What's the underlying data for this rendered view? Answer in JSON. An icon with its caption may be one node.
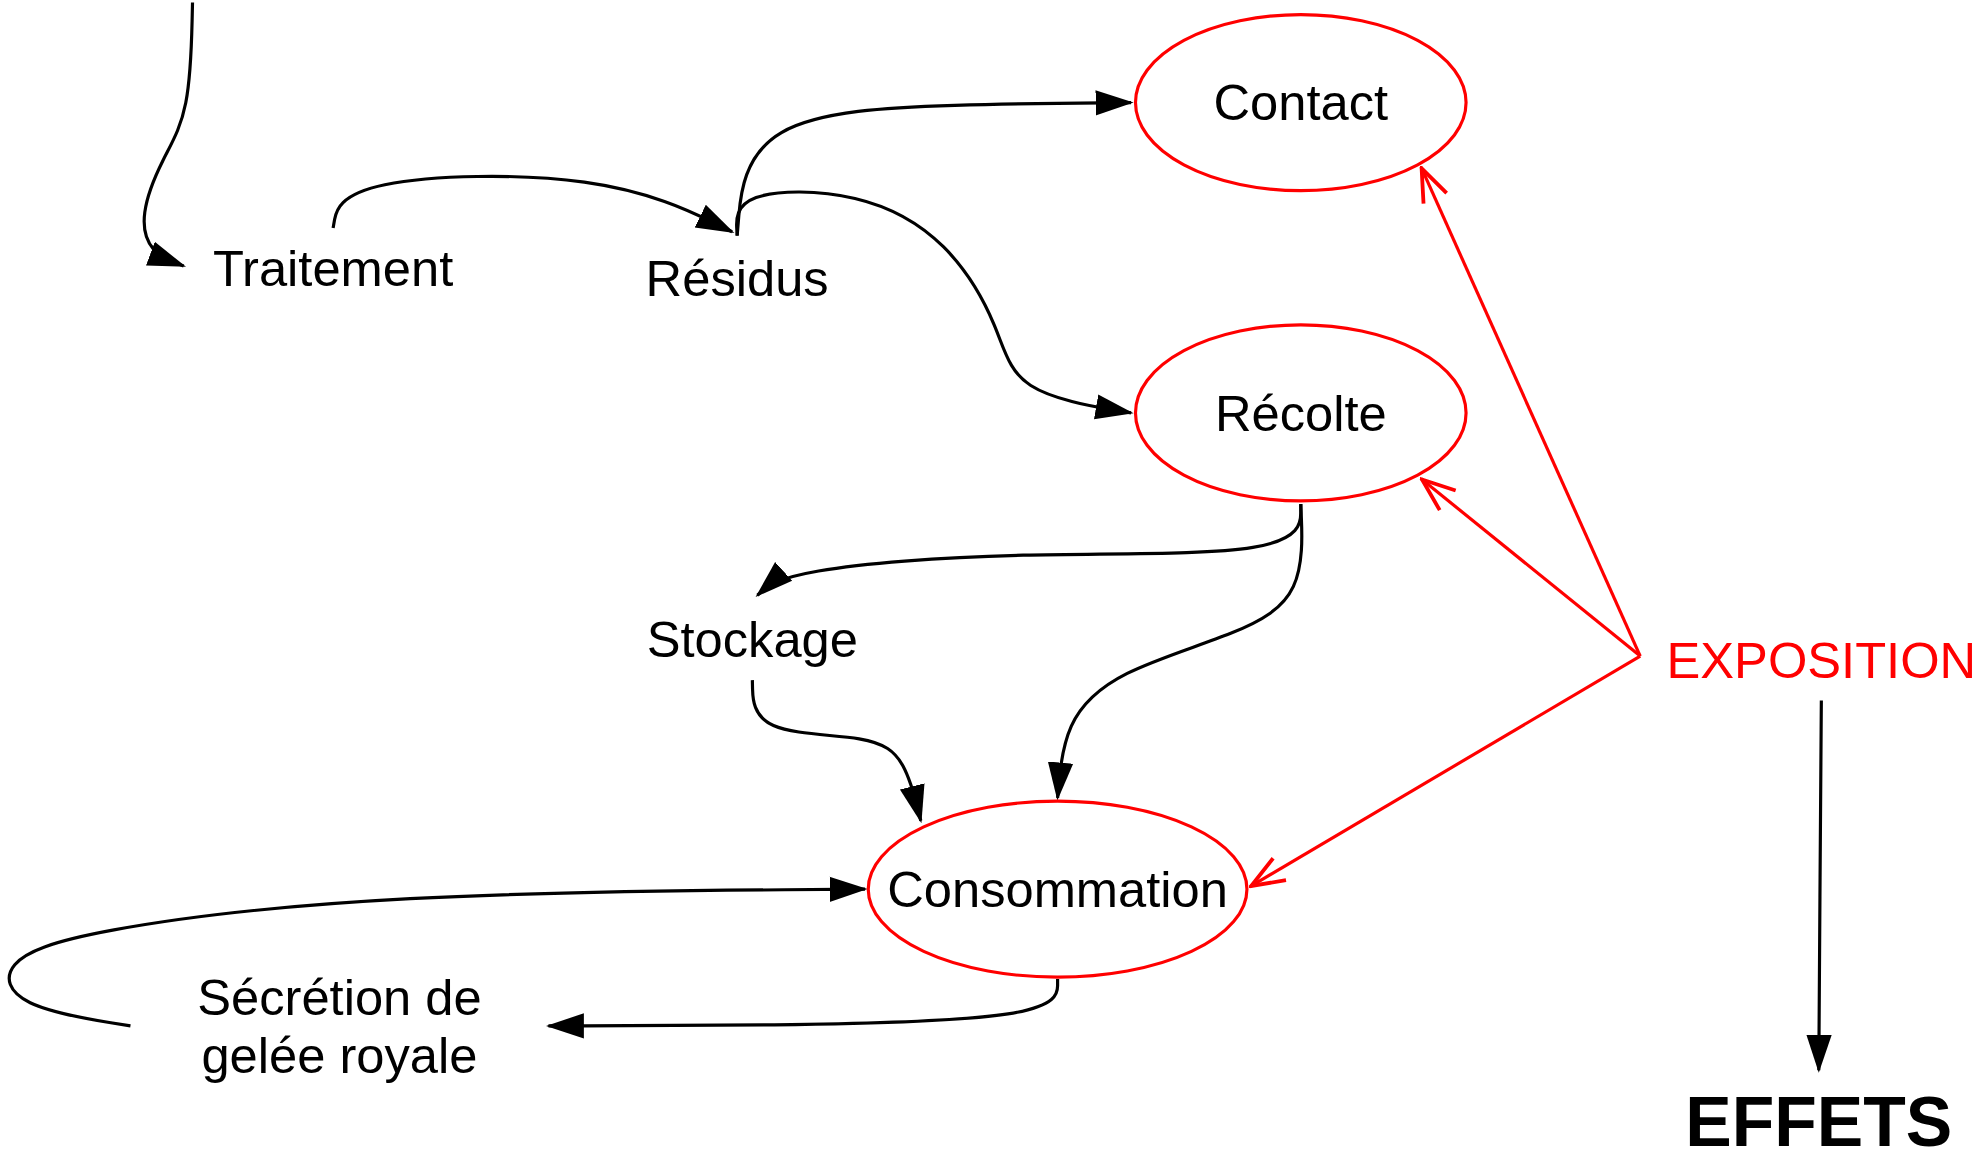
{
  "diagram": {
    "nodes": [
      {
        "text": [
          "Traitement"
        ]
      },
      {
        "text": [
          "Résidus"
        ]
      },
      {
        "text": [
          "Contact"
        ]
      },
      {
        "text": [
          "Récolte"
        ]
      },
      {
        "text": [
          "Stockage"
        ]
      },
      {
        "text": [
          "Consommation"
        ]
      },
      {
        "text": [
          "Sécrétion de gelée royale"
        ]
      },
      {
        "text": [
          "EXPOSITION"
        ]
      },
      {
        "text": [
          "EFFETS"
        ]
      }
    ],
    "edges": [
      {
        "from": null,
        "to": 0,
        "arrow": "to"
      },
      {
        "from": 0,
        "to": 1,
        "arrow": "to"
      },
      {
        "from": 1,
        "to": 2,
        "arrow": "to"
      },
      {
        "from": 1,
        "to": 3,
        "arrow": "to"
      },
      {
        "from": 3,
        "to": 4,
        "arrow": "to"
      },
      {
        "from": 3,
        "to": 5,
        "arrow": "to"
      },
      {
        "from": 4,
        "to": 5,
        "arrow": "to"
      },
      {
        "from": 5,
        "to": 6,
        "arrow": "to"
      },
      {
        "from": 6,
        "to": 5,
        "arrow": "to"
      },
      {
        "from": 7,
        "to": 2,
        "arrow": "to",
        "color": "#ff0000"
      },
      {
        "from": 7,
        "to": 3,
        "arrow": "to",
        "color": "#ff0000"
      },
      {
        "from": 7,
        "to": 5,
        "arrow": "to",
        "color": "#ff0000"
      },
      {
        "from": 7,
        "to": 8,
        "arrow": "to"
      }
    ]
  }
}
